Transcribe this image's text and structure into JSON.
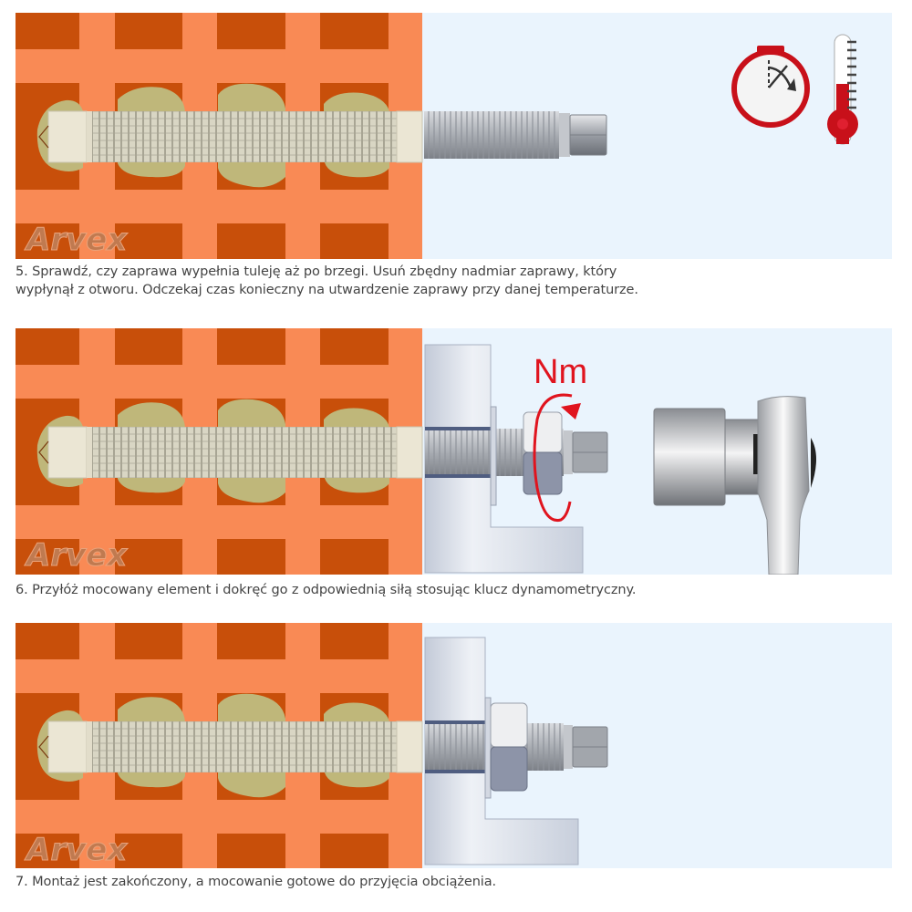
{
  "steps": [
    {
      "number": "5",
      "caption": "5. Sprawdź, czy zaprawa wypełnia tuleję aż po brzegi. Usuń zbędny nadmiar zaprawy, który wypłynął z otworu. Odczekaj czas konieczny na utwardzenie zaprawy przy danej temperaturze.",
      "caption_line1": "5. Sprawdź, czy zaprawa wypełnia tuleję aż po brzegi. Usuń zbędny nadmiar zaprawy, który",
      "caption_line2": "wypłynął z otworu. Odczekaj czas konieczny na utwardzenie zaprawy przy danej temperaturze.",
      "icons": [
        "stopwatch-icon",
        "thermometer-icon"
      ]
    },
    {
      "number": "6",
      "caption": "6. Przyłóż mocowany element i dokręć go z odpowiednią siłą stosując klucz dynamometryczny.",
      "torque_label": "Nm",
      "icons": [
        "rotation-arrow-icon",
        "torque-wrench-icon"
      ]
    },
    {
      "number": "7",
      "caption": "7. Montaż jest zakończony, a mocowanie gotowe do przyjęcia obciążenia."
    }
  ],
  "logo_text": "Arvex",
  "colors": {
    "brick_light": "#f98a55",
    "brick_dark": "#c84f0a",
    "mortar": "#bfb77a",
    "sleeve": "#ebe6d4",
    "background": "#eaf4fd",
    "accent_red": "#e0141e"
  }
}
